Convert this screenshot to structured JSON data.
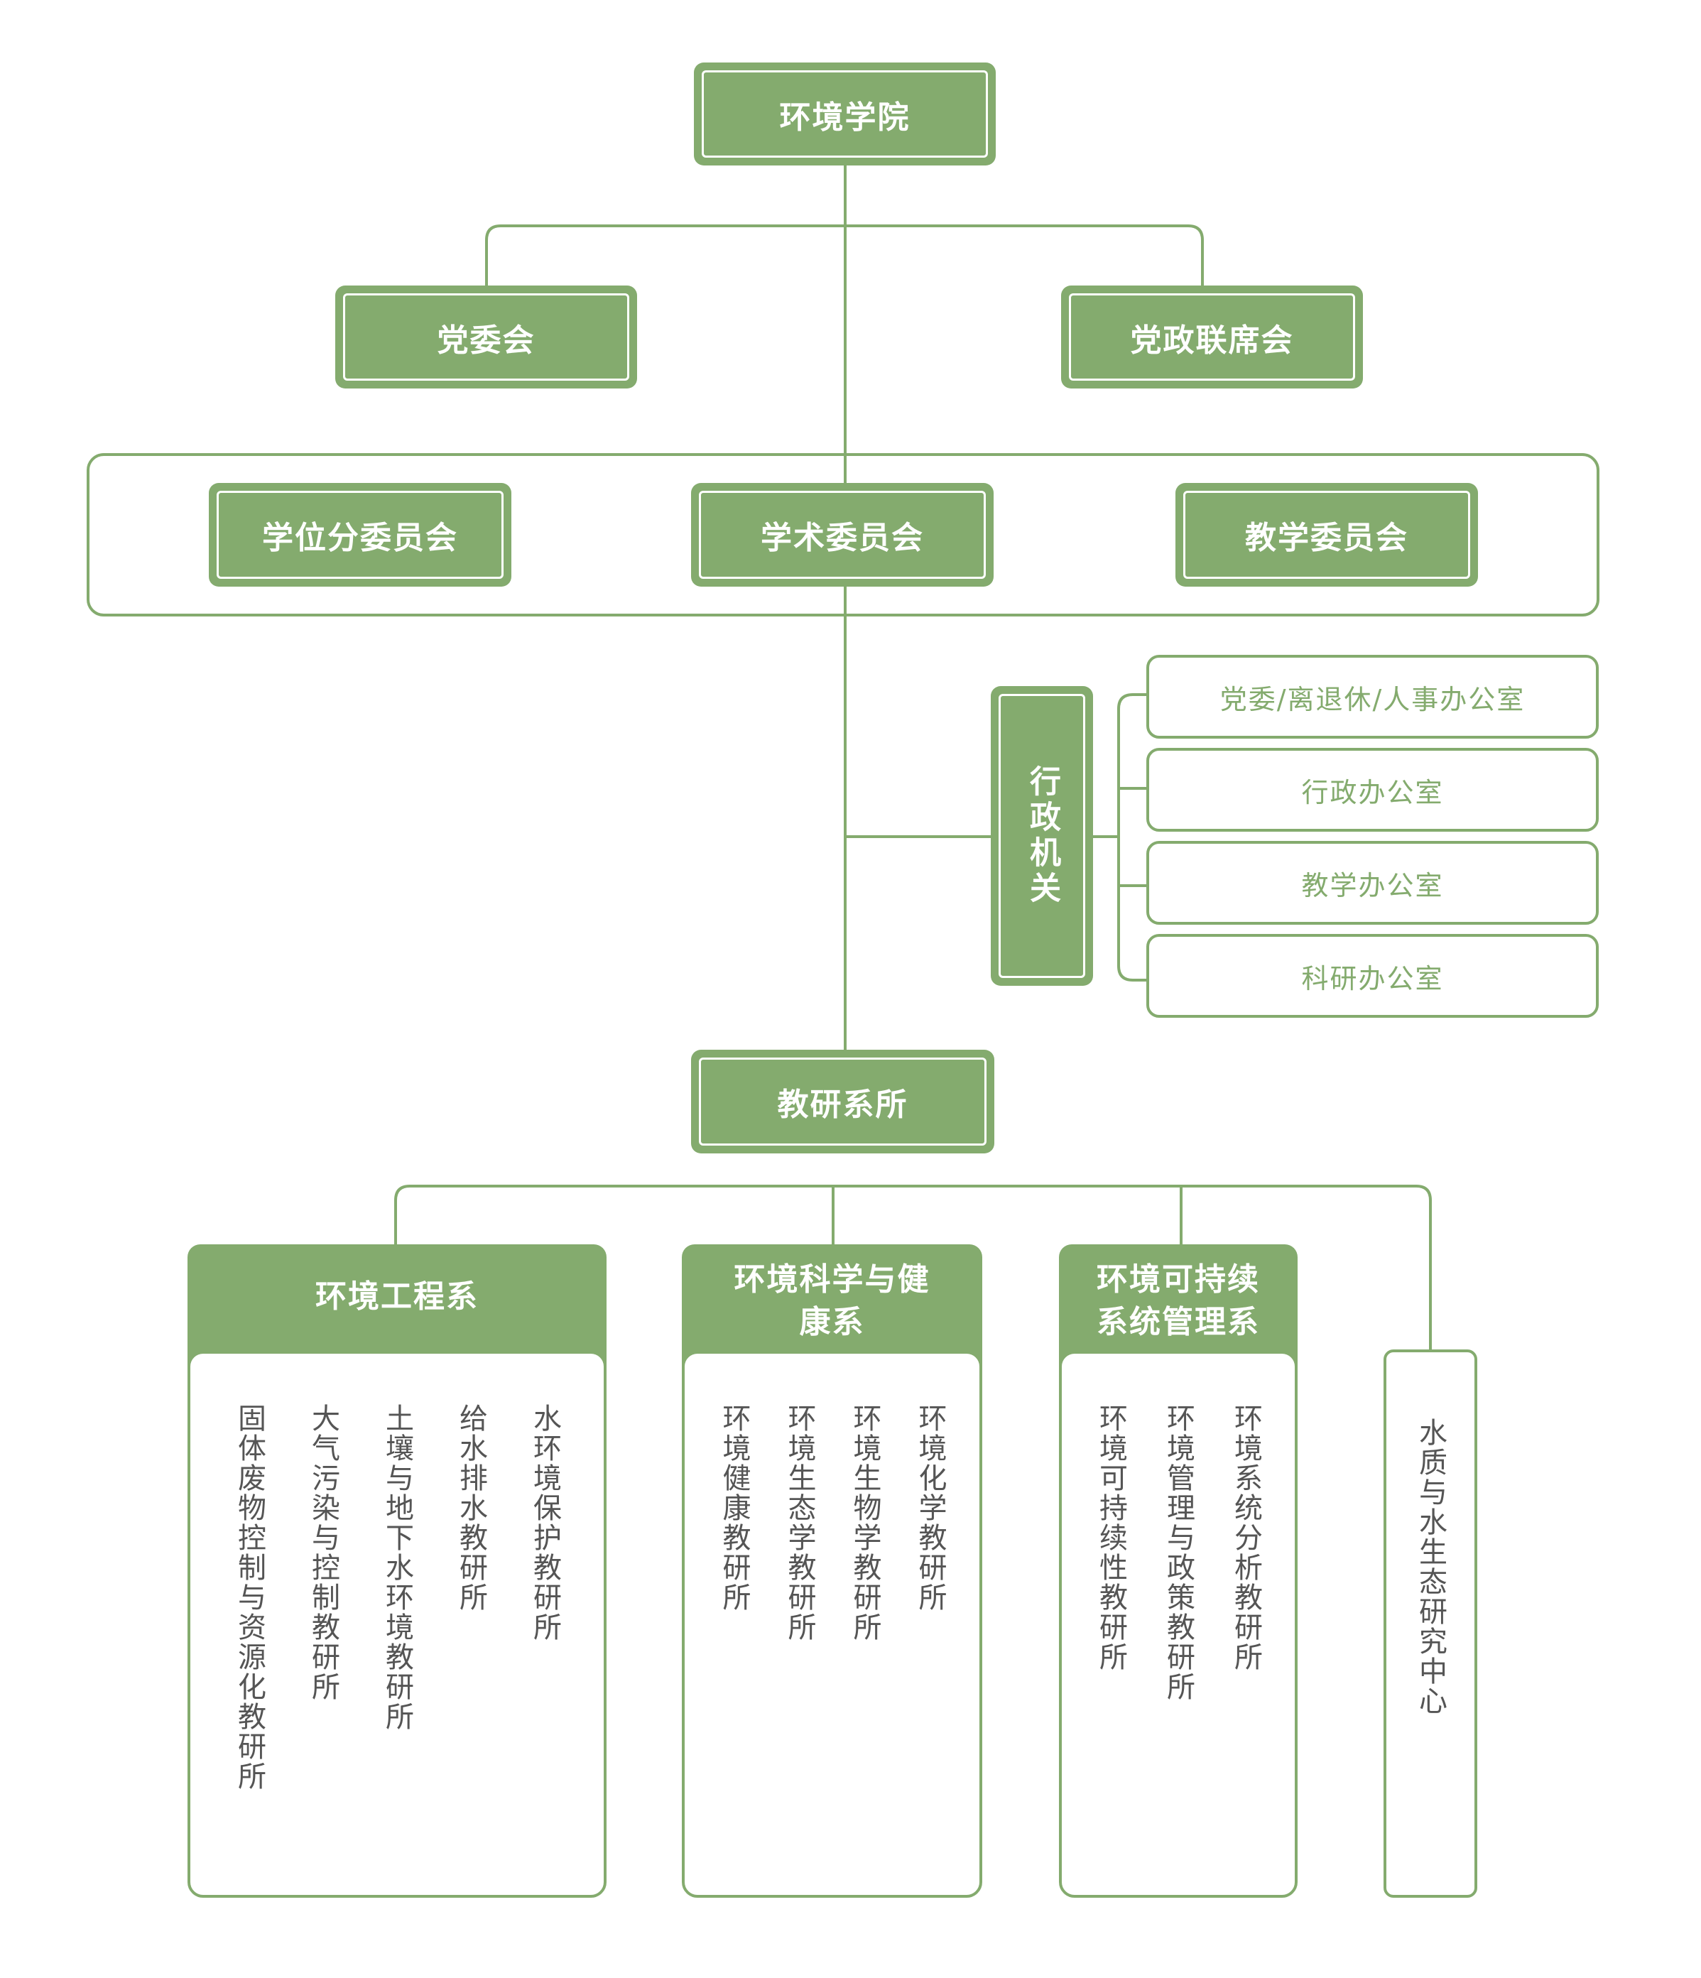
{
  "colors": {
    "accent": "#84ab6e",
    "text": "#555555",
    "white": "#ffffff"
  },
  "root": "环境学院",
  "party_committee": "党委会",
  "joint_meeting": "党政联席会",
  "committees": [
    "学位分委员会",
    "学术委员会",
    "教学委员会"
  ],
  "administration": {
    "label": "行政机关",
    "offices": [
      "党委/离退休/人事办公室",
      "行政办公室",
      "教学办公室",
      "科研办公室"
    ]
  },
  "teaching_research": "教研系所",
  "departments": [
    {
      "title": "环境工程系",
      "units": [
        "水环境保护教研所",
        "给水排水教研所",
        "土壤与地下水环境教研所",
        "大气污染与控制教研所",
        "固体废物控制与资源化教研所"
      ]
    },
    {
      "title": "环境科学与健康系",
      "units": [
        "环境化学教研所",
        "环境生物学教研所",
        "环境生态学教研所",
        "环境健康教研所"
      ]
    },
    {
      "title": "环境可持续系统管理系",
      "units": [
        "环境系统分析教研所",
        "环境管理与政策教研所",
        "环境可持续性教研所"
      ]
    }
  ],
  "center": "水质与水生态研究中心"
}
